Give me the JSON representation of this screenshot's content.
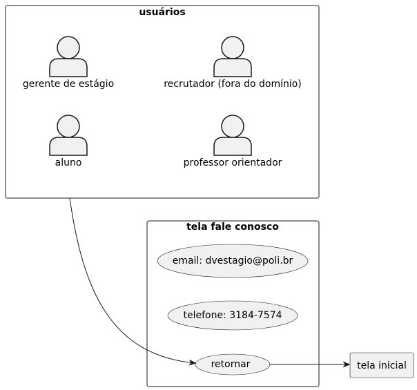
{
  "colors": {
    "fill": "#F1F1F1",
    "stroke": "#181818",
    "background": "#FFFFFF"
  },
  "packages": {
    "users": {
      "title": "usuários",
      "actors": [
        {
          "label": "gerente de estágio",
          "icon": "person-icon"
        },
        {
          "label": "recrutador (fora do domínio)",
          "icon": "person-icon"
        },
        {
          "label": "aluno",
          "icon": "person-icon"
        },
        {
          "label": "professor orientador",
          "icon": "person-icon"
        }
      ]
    },
    "contact_screen": {
      "title": "tela fale conosco",
      "use_cases": [
        {
          "label": "email:  dvestagio@poli.br"
        },
        {
          "label": "telefone:  3184-7574"
        },
        {
          "label": "retornar"
        }
      ]
    }
  },
  "home_screen": {
    "label": "tela inicial"
  }
}
